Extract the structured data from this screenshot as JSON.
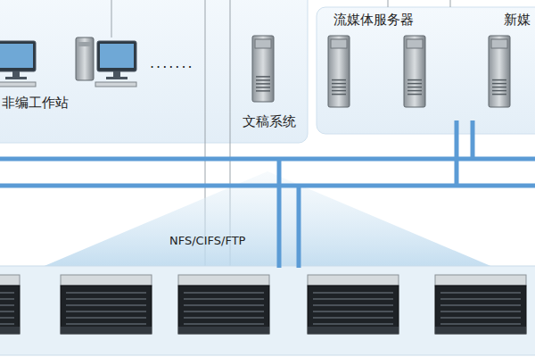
{
  "diagram": {
    "nodes": [
      {
        "text": [
          "非编工作站"
        ]
      },
      {
        "text": [
          "文稿系统"
        ]
      },
      {
        "text": [
          "流媒体服务器"
        ]
      },
      {
        "text": [
          "新媒"
        ],
        "in": 2
      }
    ],
    "labels": [
      "·······",
      "NFS/CIFS/FTP"
    ]
  }
}
